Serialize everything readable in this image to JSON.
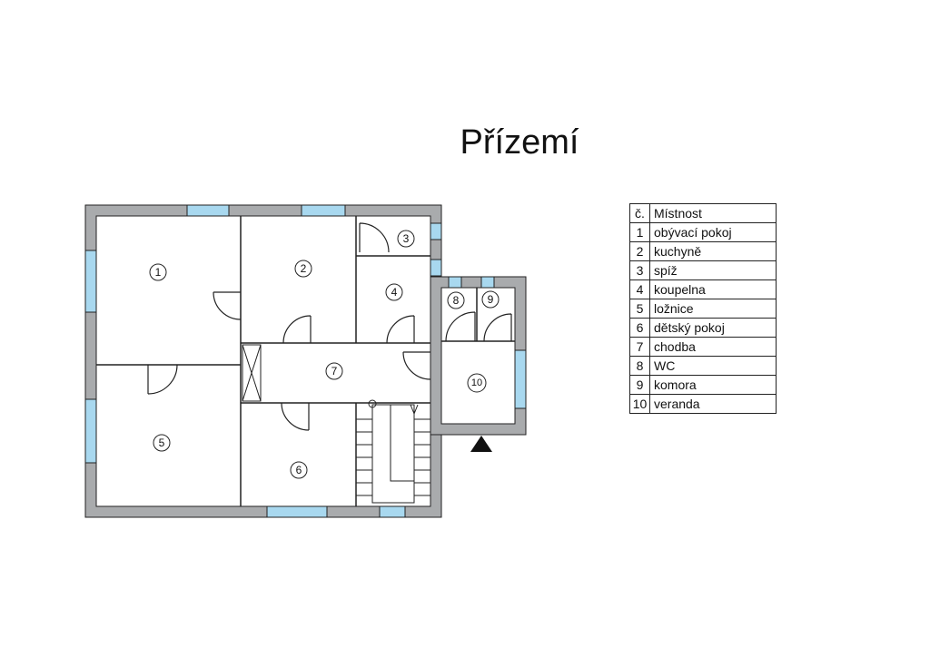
{
  "title": "Přízemí",
  "rooms": [
    "1",
    "2",
    "3",
    "4",
    "5",
    "6",
    "7",
    "8",
    "9",
    "10"
  ],
  "legend": {
    "header": {
      "number": "č.",
      "name": "Místnost"
    },
    "rows": [
      {
        "number": "1",
        "name": "obývací pokoj"
      },
      {
        "number": "2",
        "name": "kuchyně"
      },
      {
        "number": "3",
        "name": "spíž"
      },
      {
        "number": "4",
        "name": "koupelna"
      },
      {
        "number": "5",
        "name": "ložnice"
      },
      {
        "number": "6",
        "name": "dětský pokoj"
      },
      {
        "number": "7",
        "name": "chodba"
      },
      {
        "number": "8",
        "name": "WC"
      },
      {
        "number": "9",
        "name": "komora"
      },
      {
        "number": "10",
        "name": "veranda"
      }
    ]
  },
  "colors": {
    "wall": "#a9abad",
    "window": "#a8d8ef",
    "line": "#222222"
  }
}
